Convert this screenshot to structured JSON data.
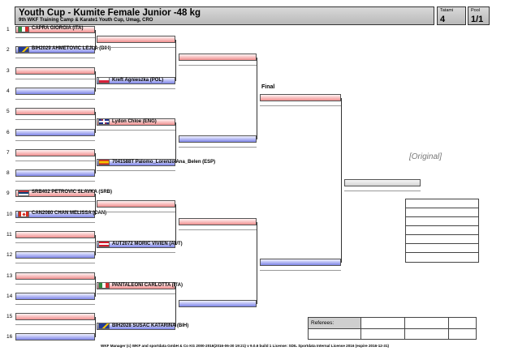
{
  "header": {
    "title": "Youth Cup - Kumite Female Junior -48 kg",
    "subtitle": "9th WKF Training Camp & Karate1 Youth Cup, Umag, CRO",
    "tatami_label": "Tatami",
    "tatami_value": "4",
    "pool_label": "Pool",
    "pool_value": "1/1"
  },
  "rows": [
    "1",
    "2",
    "3",
    "4",
    "5",
    "6",
    "7",
    "8",
    "9",
    "10",
    "11",
    "12",
    "13",
    "14",
    "15",
    "16"
  ],
  "round1": [
    {
      "name": "CAPRA GIORGIA (ITA)",
      "flag": "ita-flag-icon"
    },
    {
      "name": "BIH2029 AHMETOVIC LEJLA (BIH)",
      "flag": "bih-flag-icon"
    },
    {
      "name": "SRB402 PETROVIC SLAVKA (SRB)",
      "flag": "srb-flag-icon"
    },
    {
      "name": "CAN2080 CHAN MELISSA (CAN)",
      "flag": "can-flag-icon"
    }
  ],
  "round2": [
    {
      "name": "Kreft Agnieszka (POL)",
      "flag": "pol-flag-icon"
    },
    {
      "name": "Lydon Chloe (ENG)",
      "flag": "eng-flag-icon"
    },
    {
      "name": "7041588T Palomo_Lorenzo Ana_Belen (ESP)",
      "flag": "esp-flag-icon"
    },
    {
      "name": "AUT2072 MORIC VIVIEN (AUT)",
      "flag": "aut-flag-icon"
    },
    {
      "name": "PANTALEONI CARLOTTA (ITA)",
      "flag": "ita-flag-icon"
    },
    {
      "name": "BIH2028 SUSAC KATARINA (BIH)",
      "flag": "bih-flag-icon"
    }
  ],
  "final_label": "Final",
  "watermark": "[Original]",
  "referees_label": "Referees:",
  "footer": "WKF Manager (c) WKF and sportdata GmbH & Co KG 2000-2016(2016-06-30 19:21) v 9.0.6 build 1 License: SDIL Sportdata Internal License 2016 (expire 2016-12-31)"
}
